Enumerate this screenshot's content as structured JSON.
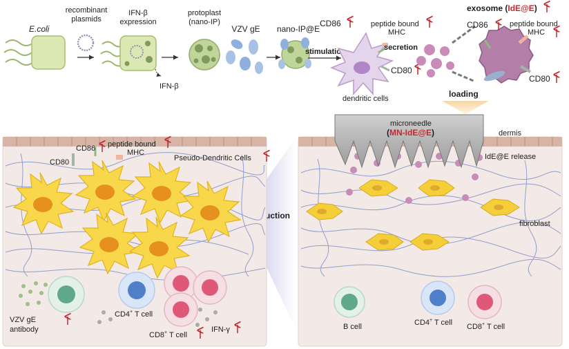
{
  "colors": {
    "arrow_up": "#c2282d",
    "bacteria_fill": "#dce8b4",
    "protoplast_fill": "#bfd59a",
    "gE_blue": "#8fb0dd",
    "exosome_purple": "#c98bb8",
    "dc_cytoplasm": "#e4d4ec",
    "skin_bg": "#f3e9e6",
    "fiber_blue": "#6f86c4",
    "fibroblast_yellow": "#f4cf3a",
    "pseudo_dc_yellow": "#f8d84a",
    "cd4_blue": "#4f7fc9",
    "cd8_red": "#e05877",
    "b_cell_green": "#5fa88a"
  },
  "pipeline": {
    "ecoli": "E.coli",
    "plasmids_line1": "recombinant",
    "plasmids_line2": "plasmids",
    "ifn_line1": "IFN-β",
    "ifn_line2": "expression",
    "ifn_out": "IFN-β",
    "protoplast_line1": "protoplast",
    "protoplast_line2": "(nano-IP)",
    "vzv": "VZV gE",
    "nanoip": "nano-IP@E",
    "stimulation": "stimulation",
    "cd86": "CD86",
    "cd80": "CD80",
    "peptide_line1": "peptide bound",
    "peptide_line2": "MHC",
    "secretion": "secretion",
    "dendritic": "dendritic cells"
  },
  "exosome": {
    "label_prefix": "exosome (",
    "label_name": "IdE@E",
    "label_suffix": ")",
    "cd86": "CD86",
    "cd80": "CD80",
    "peptide_line1": "peptide bound",
    "peptide_line2": "MHC",
    "loading": "loading"
  },
  "right_panel": {
    "microneedle": "microneedle",
    "mn_prefix": "(",
    "mn_name": "MN-IdE@E",
    "mn_suffix": ")",
    "dermis": "dermis",
    "release": "IdE@E release",
    "fibroblast": "fibroblast",
    "b_cell": "B cell",
    "cd4": "CD4",
    "cd8": "CD8",
    "sup": "+",
    "tcell": " T cell"
  },
  "middle": {
    "induction": "induction"
  },
  "left_panel": {
    "cd86": "CD86",
    "cd80": "CD80",
    "peptide_line1": "peptide bound",
    "peptide_line2": "MHC",
    "pseudo_dc": "Pseudo-Dendritic Cells",
    "vzv_line1": "VZV gE",
    "vzv_line2": "antibody",
    "cd4": "CD4",
    "cd8": "CD8",
    "sup": "+",
    "tcell": " T cell",
    "ifn_gamma": "IFN-γ"
  }
}
